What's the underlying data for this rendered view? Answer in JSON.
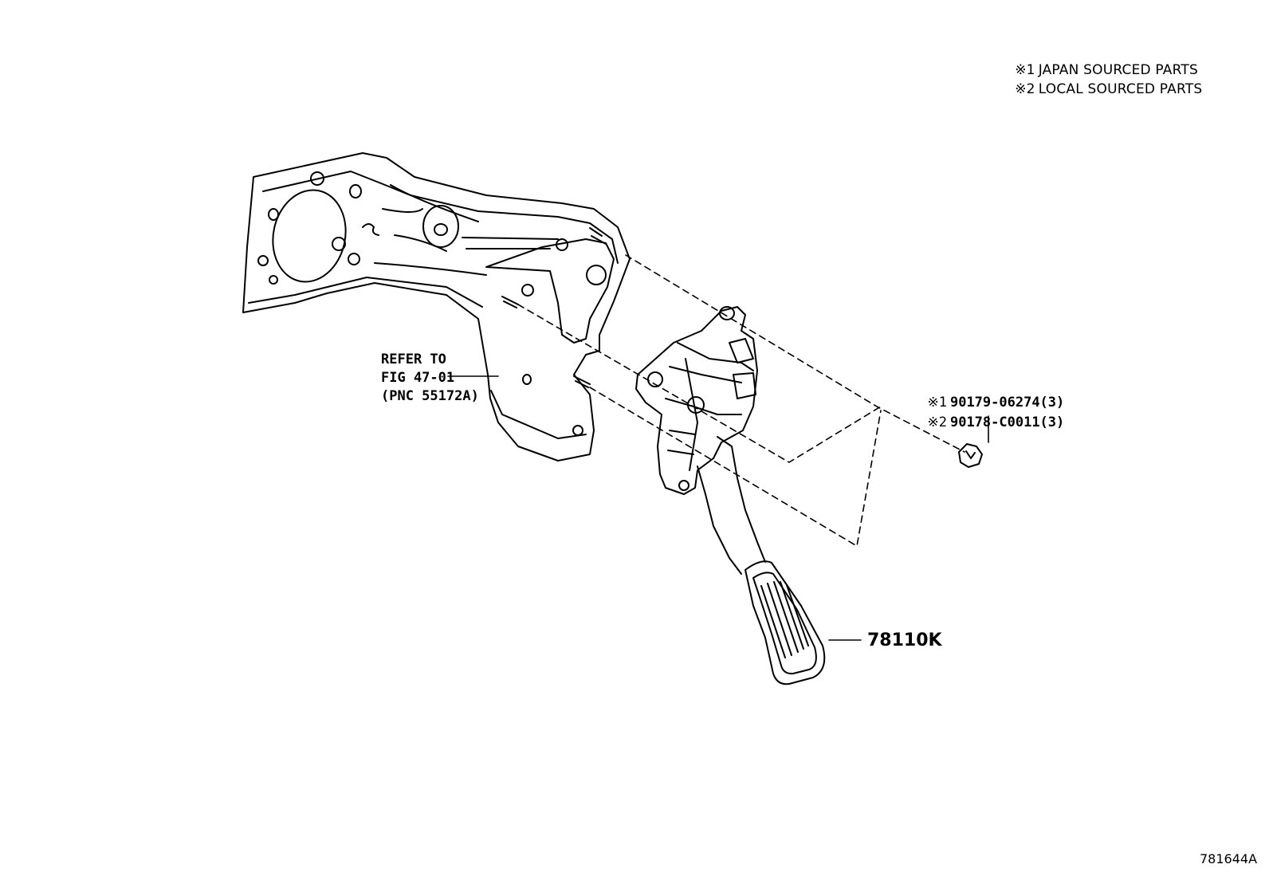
{
  "legend": [
    {
      "mark": "※1",
      "text": "JAPAN SOURCED PARTS"
    },
    {
      "mark": "※2",
      "text": "LOCAL SOURCED PARTS"
    }
  ],
  "refer": {
    "line1": "REFER TO",
    "line2": "FIG 47-01",
    "line3": "(PNC 55172A)"
  },
  "fasteners": [
    {
      "mark": "※1",
      "part": "90179-06274(3)"
    },
    {
      "mark": "※2",
      "part": "90178-C0011(3)"
    }
  ],
  "pedal_part": "78110K",
  "figure_id": "781644A"
}
